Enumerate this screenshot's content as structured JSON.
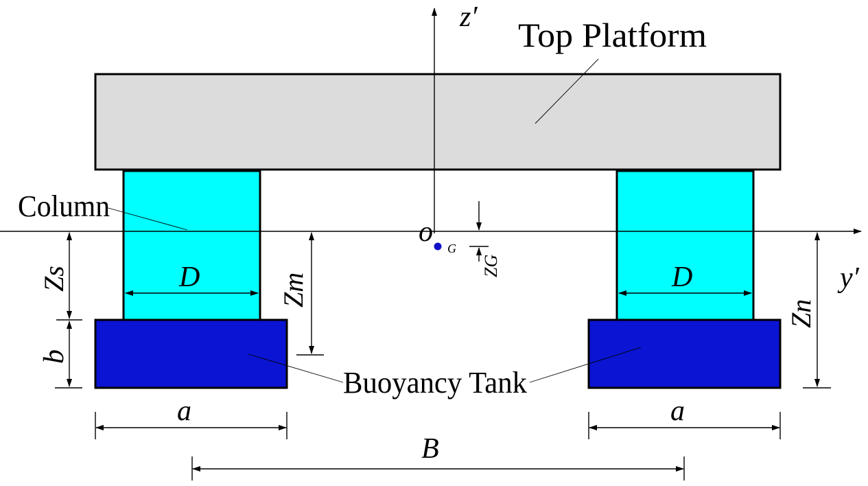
{
  "labels": {
    "top_platform": "Top Platform",
    "column": "Column",
    "buoyancy_tank": "Buoyancy Tank",
    "axis_z": "z′",
    "axis_y": "y′",
    "origin": "o",
    "center_g": "G",
    "dim_D_left": "D",
    "dim_D_right": "D",
    "dim_a_left": "a",
    "dim_a_right": "a",
    "dim_B": "B",
    "dim_b": "b",
    "dim_zs": "Zs",
    "dim_zm": "Zm",
    "dim_zn": "Zn",
    "dim_zg": "ZG"
  },
  "colors": {
    "platform": "#dcdcdc",
    "column": "#00ffff",
    "tank": "#0a14d2",
    "center_point": "#1010c8",
    "lines": "#000000"
  }
}
